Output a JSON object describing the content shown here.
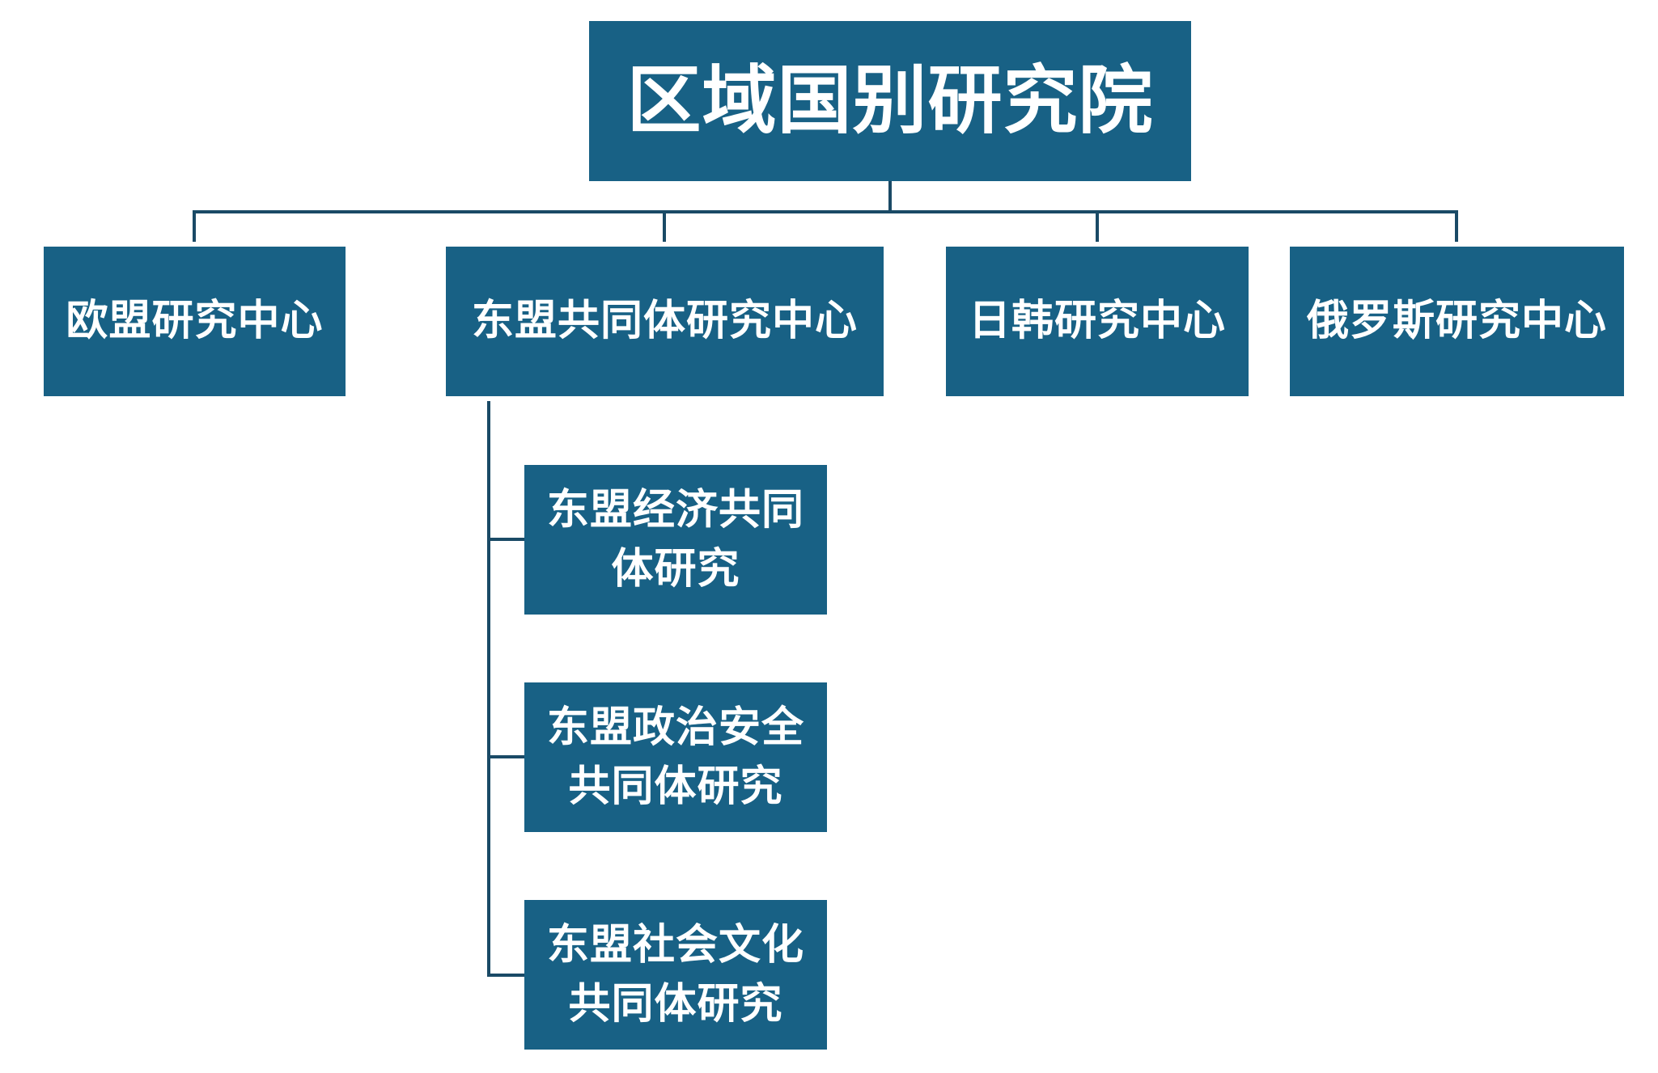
{
  "colors": {
    "box_fill": "#186185",
    "box_text": "#ffffff",
    "connector": "#1a4a66",
    "background": "#ffffff"
  },
  "org_chart": {
    "root": {
      "label": "区域国别研究院"
    },
    "centers": [
      {
        "label": "欧盟研究中心"
      },
      {
        "label": "东盟共同体研究中心"
      },
      {
        "label": "日韩研究中心"
      },
      {
        "label": "俄罗斯研究中心"
      }
    ],
    "asean_subunits": [
      {
        "label": "东盟经济共同体研究"
      },
      {
        "label": "东盟政治安全共同体研究"
      },
      {
        "label": "东盟社会文化共同体研究"
      }
    ]
  }
}
